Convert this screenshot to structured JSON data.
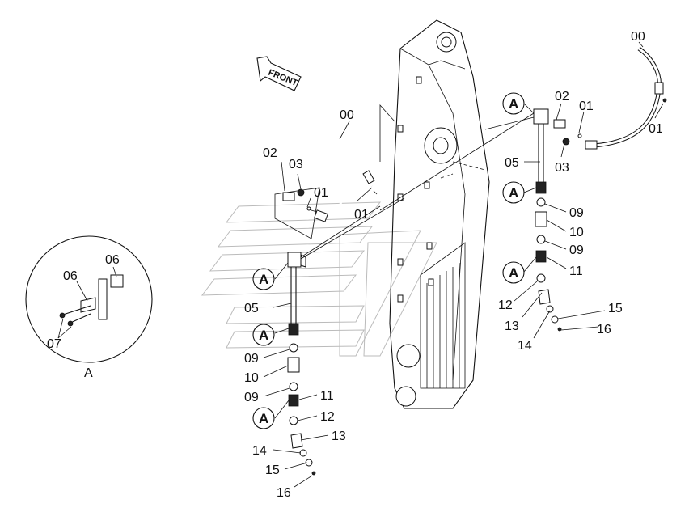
{
  "arrow_label": "FRONT",
  "labels": {
    "l00": "00",
    "l02": "02",
    "l03": "03",
    "l01a": "01",
    "l01b": "01",
    "r00": "00",
    "r02": "02",
    "r01a": "01",
    "r01b": "01",
    "r03": "03",
    "r05": "05",
    "r09a": "09",
    "r10": "10",
    "r09b": "09",
    "r11": "11",
    "r12": "12",
    "r13": "13",
    "r14": "14",
    "r15": "15",
    "r16": "16",
    "c05": "05",
    "c09a": "09",
    "c10": "10",
    "c09b": "09",
    "c11": "11",
    "c12": "12",
    "c13": "13",
    "c14": "14",
    "c15": "15",
    "c16": "16",
    "d06a": "06",
    "d06b": "06",
    "d07": "07",
    "dA": "A"
  },
  "callouts": {
    "a1": "A",
    "a2": "A",
    "a3": "A",
    "a4": "A",
    "a5": "A",
    "a6": "A"
  }
}
